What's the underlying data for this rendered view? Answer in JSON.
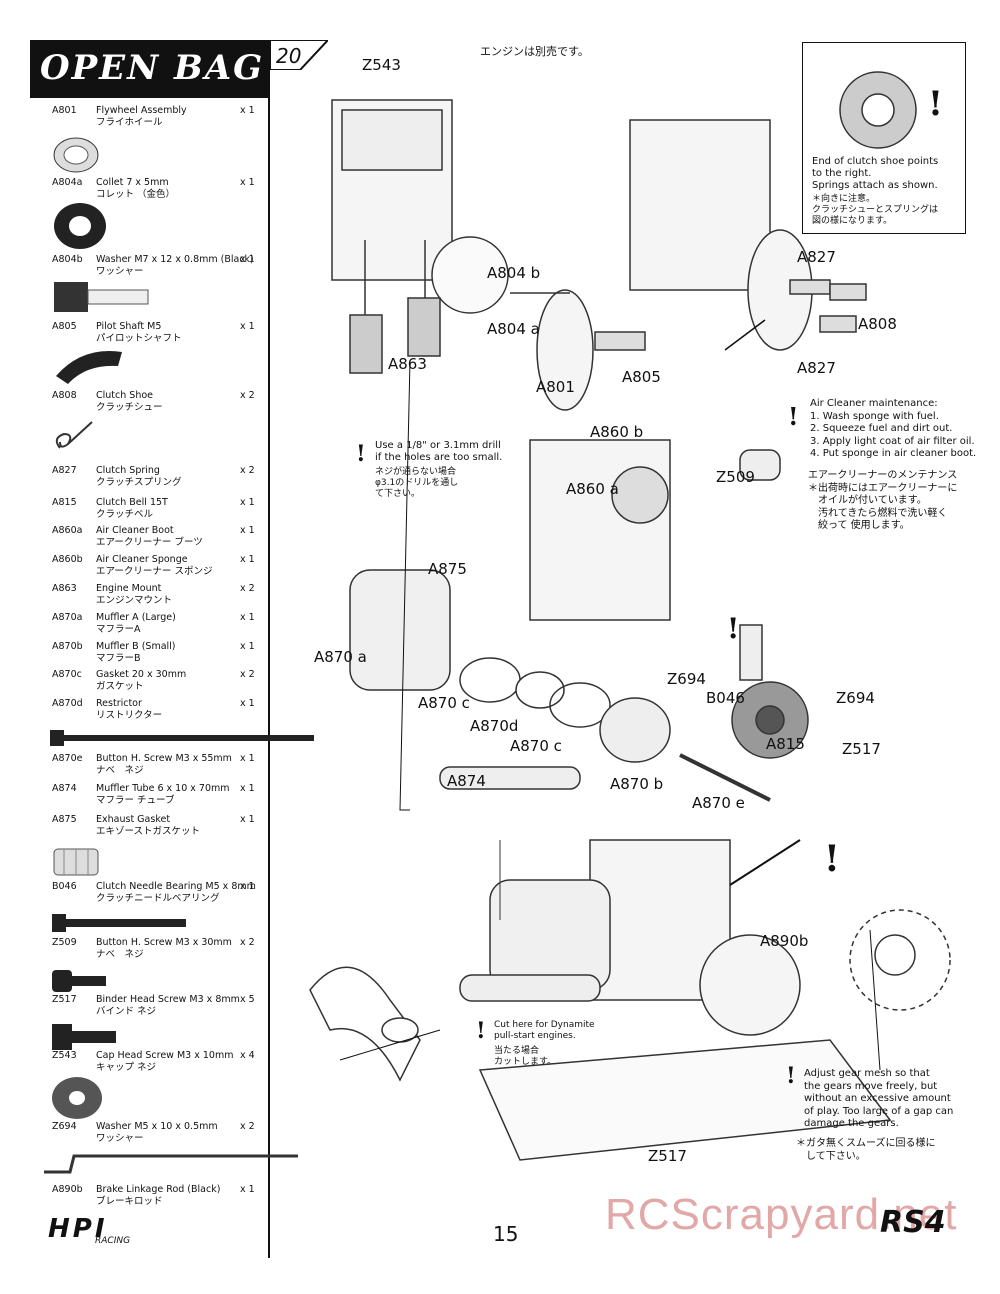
{
  "header": {
    "title": "OPEN BAG C",
    "step": "20"
  },
  "engine_note": "エンジンは別売です。",
  "parts": [
    {
      "code": "A801",
      "name": "Flywheel Assembly",
      "jp": "フライホイール",
      "qty": "x 1"
    },
    {
      "code": "A804a",
      "name": "Collet 7 x 5mm",
      "jp": "コレット （金色）",
      "qty": "x 1"
    },
    {
      "code": "A804b",
      "name": "Washer M7 x 12 x 0.8mm (Black)",
      "jp": "ワッシャー",
      "qty": "x 1"
    },
    {
      "code": "A805",
      "name": "Pilot Shaft M5",
      "jp": "パイロットシャフト",
      "qty": "x 1"
    },
    {
      "code": "A808",
      "name": "Clutch Shoe",
      "jp": "クラッチシュー",
      "qty": "x 2"
    },
    {
      "code": "A827",
      "name": "Clutch Spring",
      "jp": "クラッチスプリング",
      "qty": "x 2"
    },
    {
      "code": "A815",
      "name": "Clutch Bell 15T",
      "jp": "クラッチベル",
      "qty": "x 1"
    },
    {
      "code": "A860a",
      "name": "Air Cleaner Boot",
      "jp": "エアークリーナー ブーツ",
      "qty": "x 1"
    },
    {
      "code": "A860b",
      "name": "Air Cleaner Sponge",
      "jp": "エアークリーナー スポンジ",
      "qty": "x 1"
    },
    {
      "code": "A863",
      "name": "Engine Mount",
      "jp": "エンジンマウント",
      "qty": "x 2"
    },
    {
      "code": "A870a",
      "name": "Muffler A (Large)",
      "jp": "マフラーA",
      "qty": "x 1"
    },
    {
      "code": "A870b",
      "name": "Muffler B (Small)",
      "jp": "マフラーB",
      "qty": "x 1"
    },
    {
      "code": "A870c",
      "name": "Gasket 20 x 30mm",
      "jp": "ガスケット",
      "qty": "x 2"
    },
    {
      "code": "A870d",
      "name": "Restrictor",
      "jp": "リストリクター",
      "qty": "x 1"
    },
    {
      "code": "A870e",
      "name": "Button H. Screw M3 x 55mm",
      "jp": "ナベ　ネジ",
      "qty": "x 1"
    },
    {
      "code": "A874",
      "name": "Muffler Tube 6 x 10 x 70mm",
      "jp": "マフラー チューブ",
      "qty": "x 1"
    },
    {
      "code": "A875",
      "name": "Exhaust Gasket",
      "jp": "エキゾーストガスケット",
      "qty": "x 1"
    },
    {
      "code": "B046",
      "name": "Clutch Needle Bearing M5 x 8mm",
      "jp": "クラッチニードルベアリング",
      "qty": "x 1"
    },
    {
      "code": "Z509",
      "name": "Button H. Screw M3 x 30mm",
      "jp": "ナベ　ネジ",
      "qty": "x 2"
    },
    {
      "code": "Z517",
      "name": "Binder Head Screw M3 x 8mm",
      "jp": "バインド ネジ",
      "qty": "x 5"
    },
    {
      "code": "Z543",
      "name": "Cap Head Screw M3 x 10mm",
      "jp": "キャップ ネジ",
      "qty": "x 4"
    },
    {
      "code": "Z694",
      "name": "Washer M5 x 10 x 0.5mm",
      "jp": "ワッシャー",
      "qty": "x 2"
    },
    {
      "code": "A890b",
      "name": "Brake Linkage Rod (Black)",
      "jp": "ブレーキロッド",
      "qty": "x 1"
    }
  ],
  "labels": {
    "z543": "Z543",
    "a804b": "A804 b",
    "a804a": "A804 a",
    "a863": "A863",
    "a801": "A801",
    "a805": "A805",
    "a827_top": "A827",
    "a808": "A808",
    "a827_bot": "A827",
    "a860b": "A860 b",
    "a860a": "A860 a",
    "z509": "Z509",
    "a875": "A875",
    "a870a": "A870 a",
    "a870c_1": "A870 c",
    "a870d": "A870d",
    "a870c_2": "A870 c",
    "z694_1": "Z694",
    "b046": "B046",
    "z694_2": "Z694",
    "a815": "A815",
    "z517_1": "Z517",
    "a874": "A874",
    "a870b": "A870 b",
    "a870e": "A870 e",
    "a890b": "A890b",
    "z517_2": "Z517"
  },
  "notes": {
    "clutch_en": "End of clutch shoe points\nto the right.\nSprings attach as shown.",
    "clutch_jp": "＊向きに注意。\nクラッチシューとスプリングは\n図の様になります。",
    "aircleaner_en": "Air Cleaner maintenance:\n1. Wash sponge with fuel.\n2. Squeeze fuel and dirt out.\n3. Apply light coat of air filter oil.\n4. Put sponge in air cleaner boot.",
    "aircleaner_jp": "エアークリーナーのメンテナンス\n＊出荷時にはエアークリーナーに\n　オイルが付いています。\n　汚れてきたら燃料で洗い軽く\n　絞って 使用します。",
    "drill_en": "Use a 1/8\" or 3.1mm drill\nif the holes are too small.",
    "drill_jp": "ネジが通らない場合\nφ3.1のドリルを通し\nて下さい。",
    "cut_en": "Cut here for Dynamite\npull-start engines.",
    "cut_jp": "当たる場合\nカットします。",
    "gear_en": "Adjust gear mesh so that\nthe gears move freely, but\nwithout an excessive amount\nof play. Too large of a gap can\ndamage the gears.",
    "gear_jp": "＊ガタ無くスムーズに回る様に\n　して下さい。"
  },
  "footer": {
    "page": "15",
    "brand": "HPI",
    "brand_sub": "RACING",
    "product_logo": "RS4",
    "watermark": "RCScrapyard.net"
  }
}
